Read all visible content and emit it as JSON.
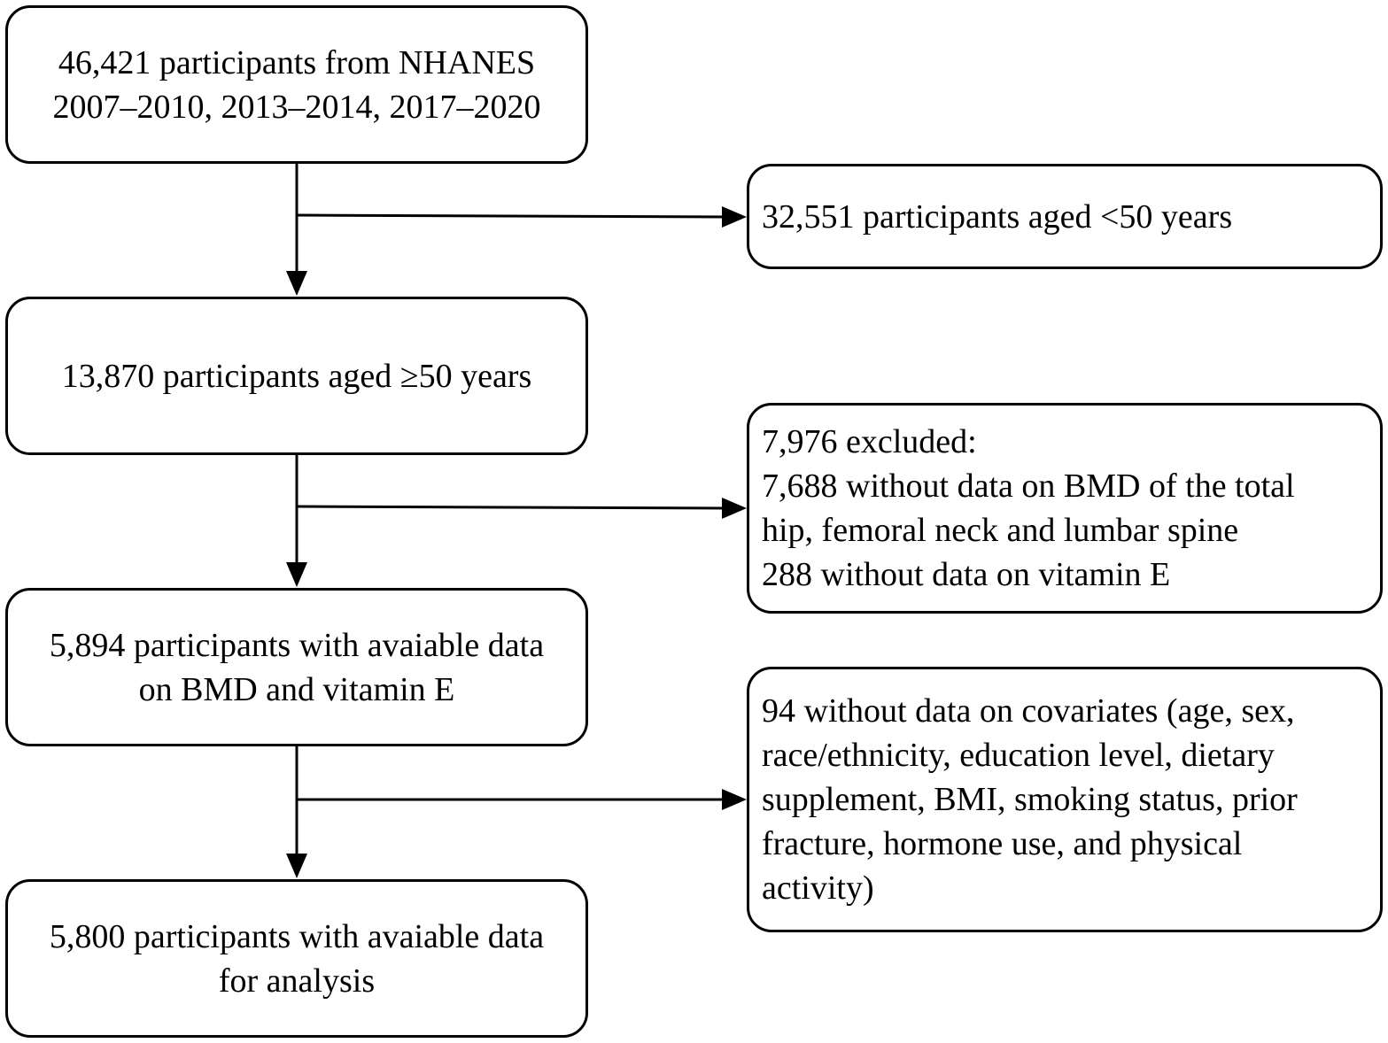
{
  "flowchart": {
    "main_boxes": [
      {
        "lines": [
          "46,421 participants from NHANES",
          "2007–2010, 2013–2014, 2017–2020"
        ]
      },
      {
        "lines": [
          "13,870 participants aged ≥50 years"
        ]
      },
      {
        "lines": [
          "5,894 participants with avaiable data",
          "on BMD and vitamin E"
        ]
      },
      {
        "lines": [
          "5,800 participants with avaiable data",
          "for analysis"
        ]
      }
    ],
    "exclusion_boxes": [
      {
        "lines": [
          "32,551 participants aged <50 years"
        ]
      },
      {
        "lines": [
          "7,976 excluded:",
          "7,688 without data on BMD of the total",
          "hip, femoral neck and lumbar spine",
          "288 without data on vitamin E"
        ]
      },
      {
        "lines": [
          "94 without data on covariates (age, sex,",
          "race/ethnicity, education level, dietary",
          "supplement, BMI, smoking status, prior",
          "fracture, hormone use, and physical",
          "activity)"
        ]
      }
    ]
  }
}
